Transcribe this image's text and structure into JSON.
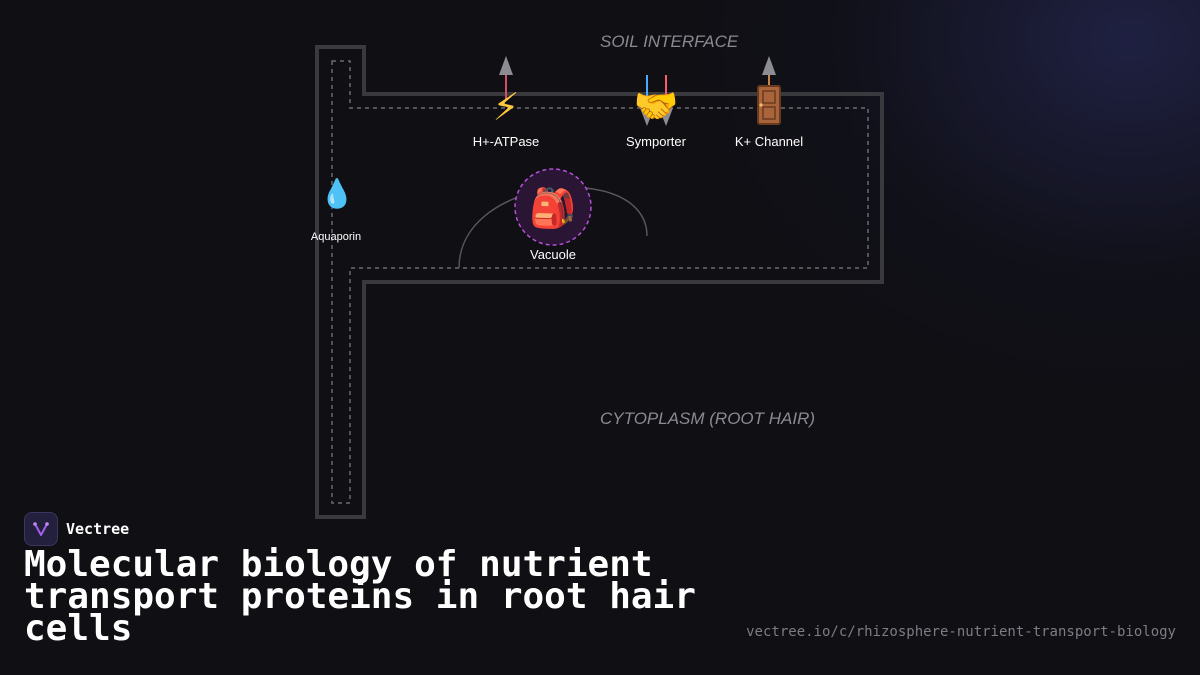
{
  "diagram": {
    "regions": {
      "soil": "SOIL INTERFACE",
      "cytoplasm": "CYTOPLASM (ROOT HAIR)"
    },
    "proteins": [
      {
        "id": "h-atpase",
        "icon": "lightning-icon",
        "glyph": "⚡",
        "label": "H+-ATPase"
      },
      {
        "id": "symporter",
        "icon": "handshake-icon",
        "glyph": "🤝",
        "label": "Symporter"
      },
      {
        "id": "k-channel",
        "icon": "door-icon",
        "glyph": "🚪",
        "label": "K+ Channel"
      },
      {
        "id": "aquaporin",
        "icon": "droplet-icon",
        "glyph": "💧",
        "label": "Aquaporin"
      },
      {
        "id": "vacuole",
        "icon": "backpack-icon",
        "glyph": "🎒",
        "label": "Vacuole"
      }
    ],
    "colors": {
      "membrane": "#3a3a3e",
      "membrane_inner": "#6a6a70",
      "arrow": "#8c8c92",
      "symporter_blue": "#4aa8ff",
      "symporter_red": "#ff5a6e",
      "vacuole_ring": "#b44fd6",
      "vacuole_fill": "#2a1634"
    }
  },
  "brand": {
    "name": "Vectree",
    "icon": "vectree-logo-icon"
  },
  "title": "Molecular biology of nutrient transport proteins in root hair cells",
  "url": "vectree.io/c/rhizosphere-nutrient-transport-biology"
}
